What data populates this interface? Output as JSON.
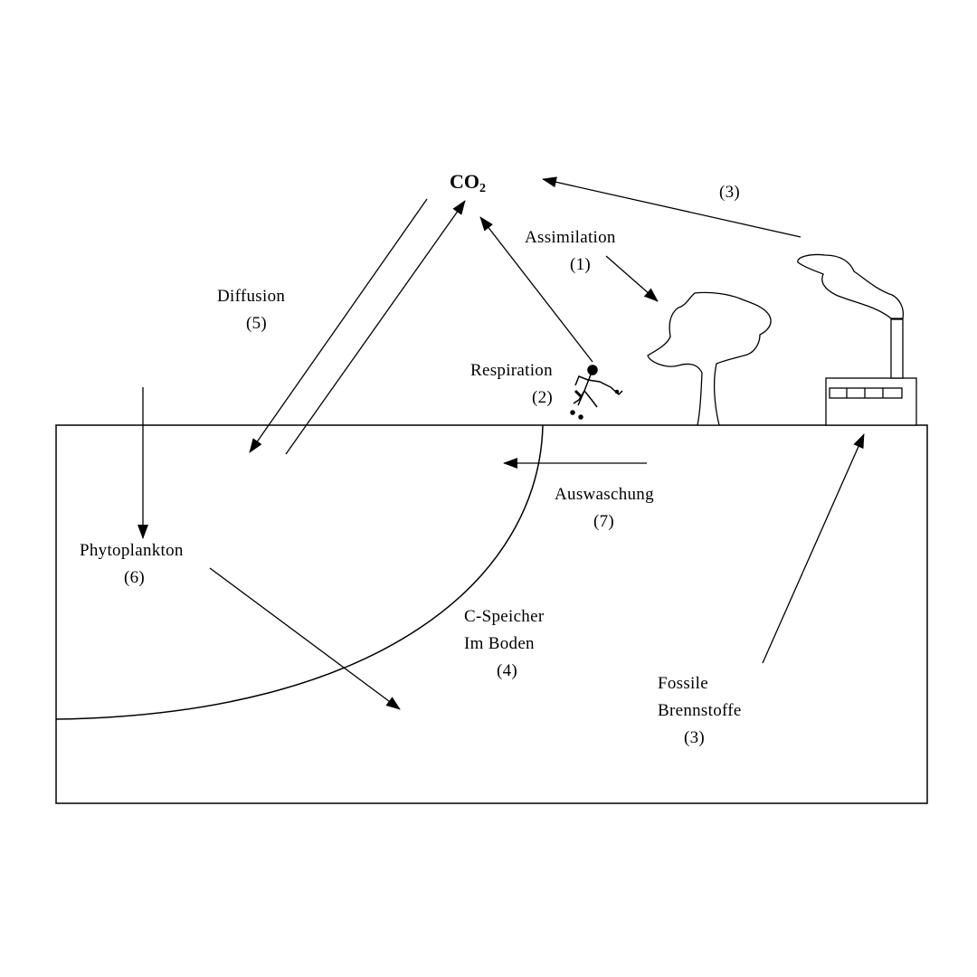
{
  "labels": {
    "co2_main": "CO",
    "co2_sub": "2",
    "assimilation": "Assimilation",
    "assimilation_num": "(1)",
    "respiration": "Respiration",
    "respiration_num": "(2)",
    "factory_num": "(3)",
    "diffusion": "Diffusion",
    "diffusion_num": "(5)",
    "auswaschung": "Auswaschung",
    "auswaschung_num": "(7)",
    "phytoplankton": "Phytoplankton",
    "phytoplankton_num": "(6)",
    "speicher_line1": "C-Speicher",
    "speicher_line2": "Im Boden",
    "speicher_num": "(4)",
    "fossile_line1": "Fossile",
    "fossile_line2": "Brennstoffe",
    "fossile_num": "(3)"
  },
  "icons": [
    "tree-icon",
    "factory-icon",
    "person-icon"
  ],
  "colors": {
    "stroke": "#000000",
    "background": "#ffffff"
  }
}
